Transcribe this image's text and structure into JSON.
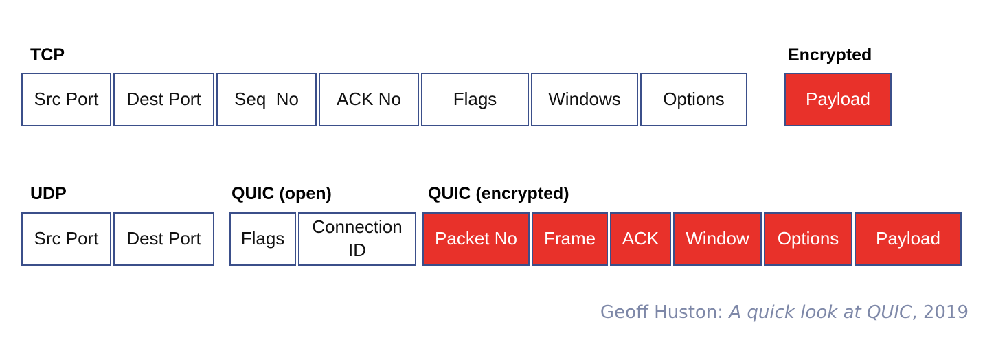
{
  "tcp": {
    "label": "TCP",
    "fields": [
      "Src Port",
      "Dest Port",
      "Seq  No",
      "ACK No",
      "Flags",
      "Windows",
      "Options"
    ]
  },
  "encrypted": {
    "label": "Encrypted",
    "fields": [
      "Payload"
    ]
  },
  "udp": {
    "label": "UDP",
    "fields": [
      "Src Port",
      "Dest Port"
    ]
  },
  "quic_open": {
    "label": "QUIC (open)",
    "fields": [
      "Flags",
      "Connection ID"
    ]
  },
  "quic_encrypted": {
    "label": "QUIC (encrypted)",
    "fields": [
      "Packet No",
      "Frame",
      "ACK",
      "Window",
      "Options",
      "Payload"
    ]
  },
  "colors": {
    "border": "#3b4f8a",
    "encrypted_fill": "#e8312a",
    "citation": "#7e88a8"
  },
  "citation": {
    "author": "Geoff Huston: ",
    "title": "A quick look at QUIC",
    "year": ", 2019"
  }
}
